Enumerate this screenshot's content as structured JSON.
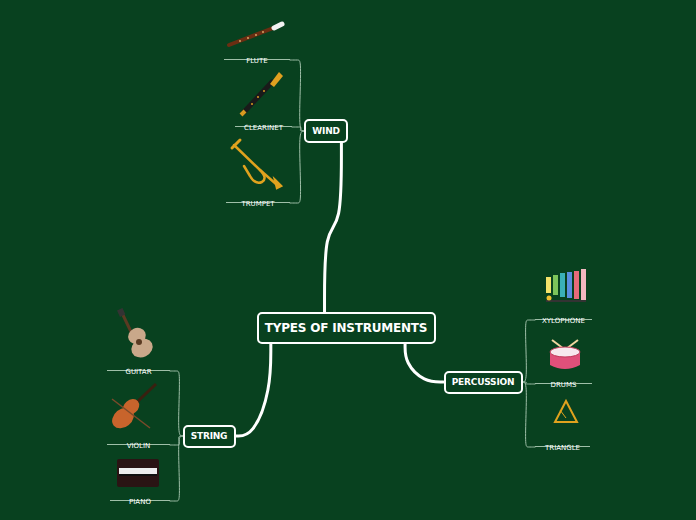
{
  "diagram": {
    "nodes": [
      {
        "text": [
          "TYPES OF INSTRUMENTS"
        ]
      },
      {
        "text": [
          "WIND"
        ]
      },
      {
        "text": [
          "FLUTE"
        ]
      },
      {
        "text": [
          "CLEARINET"
        ]
      },
      {
        "text": [
          "TRUMPET"
        ]
      },
      {
        "text": [
          "STRING"
        ]
      },
      {
        "text": [
          "GUITAR"
        ]
      },
      {
        "text": [
          "VIOLIN"
        ]
      },
      {
        "text": [
          "PIANO"
        ]
      },
      {
        "text": [
          "PERCUSSION"
        ]
      },
      {
        "text": [
          "XYLOPHONE"
        ]
      },
      {
        "text": [
          "DRUMS"
        ]
      },
      {
        "text": [
          "TRIANGLE"
        ]
      }
    ],
    "edges": [
      {
        "from": 0,
        "to": 1,
        "arrow": "none"
      },
      {
        "from": 0,
        "to": 5,
        "arrow": "none"
      },
      {
        "from": 0,
        "to": 9,
        "arrow": "none"
      },
      {
        "from": 1,
        "to": 2,
        "arrow": "none"
      },
      {
        "from": 1,
        "to": 3,
        "arrow": "none"
      },
      {
        "from": 1,
        "to": 4,
        "arrow": "none"
      },
      {
        "from": 5,
        "to": 6,
        "arrow": "none"
      },
      {
        "from": 5,
        "to": 7,
        "arrow": "none"
      },
      {
        "from": 5,
        "to": 8,
        "arrow": "none"
      },
      {
        "from": 9,
        "to": 10,
        "arrow": "none"
      },
      {
        "from": 9,
        "to": 11,
        "arrow": "none"
      },
      {
        "from": 9,
        "to": 12,
        "arrow": "none"
      }
    ]
  }
}
